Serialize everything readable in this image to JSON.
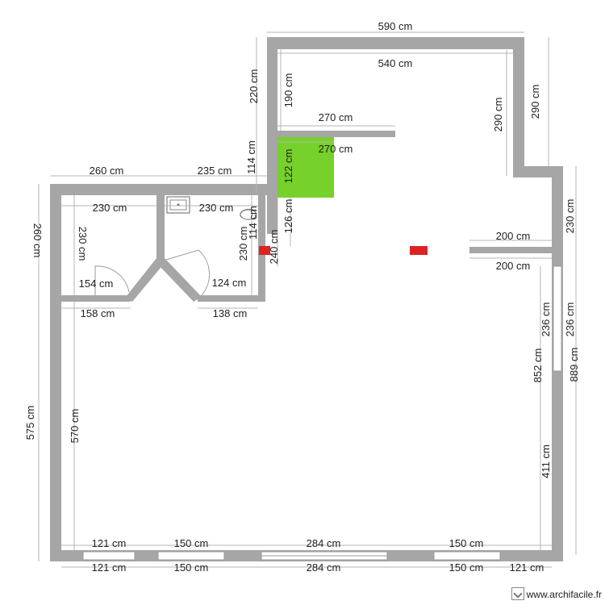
{
  "colors": {
    "wall": "#a6a6a6",
    "highlight_zone": "#76d12a",
    "marker": "#dd2222",
    "dimension_line": "#b4b4b4",
    "text": "#222222"
  },
  "dimensions": [
    "590 cm",
    "540 cm",
    "220 cm",
    "190 cm",
    "290 cm",
    "290 cm",
    "270 cm",
    "270 cm",
    "114 cm",
    "122 cm",
    "260 cm",
    "235 cm",
    "114 cm",
    "230 cm",
    "230 cm",
    "230 cm",
    "230 cm",
    "126 cm",
    "240 cm",
    "260 cm",
    "200 cm",
    "200 cm",
    "230 cm",
    "154 cm",
    "124 cm",
    "158 cm",
    "138 cm",
    "236 cm",
    "236 cm",
    "852 cm",
    "889 cm",
    "575 cm",
    "570 cm",
    "411 cm",
    "121 cm",
    "150 cm",
    "284 cm",
    "150 cm",
    "121 cm",
    "150 cm",
    "284 cm",
    "150 cm",
    "121 cm"
  ],
  "fixtures": {
    "sink_icon": "sink-icon",
    "washbasin_icon": "washbasin-icon"
  },
  "credit": "www.archifacile.fr"
}
